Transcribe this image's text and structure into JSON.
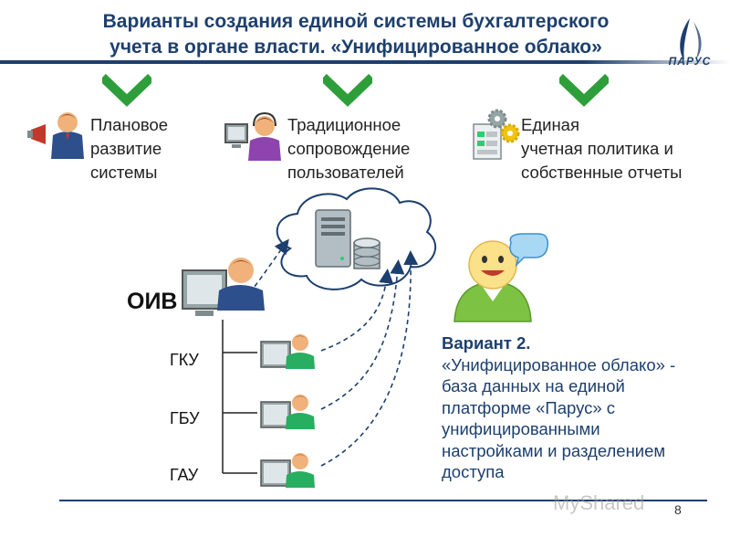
{
  "title": {
    "line1": "Варианты создания единой системы бухгалтерского",
    "line2": "учета в органе власти. «Унифицированное облако»"
  },
  "logo": {
    "text": "ПАРУС",
    "icon": "parus-sail-logo"
  },
  "features": [
    {
      "lines": [
        "Плановое",
        "развитие",
        "системы"
      ],
      "icon": "presenter-with-megaphone-icon"
    },
    {
      "lines": [
        "Традиционное",
        "сопровождение",
        "пользователей"
      ],
      "icon": "support-operator-headset-icon"
    },
    {
      "lines": [
        "Единая",
        "учетная политика и",
        "собственные отчеты"
      ],
      "icon": "gears-document-icon"
    }
  ],
  "diagram": {
    "root": "ОИВ",
    "children": [
      "ГКУ",
      "ГБУ",
      "ГАУ"
    ],
    "cloud_icon": "server-database-cloud-icon"
  },
  "variant": {
    "title": "Вариант 2.",
    "lines": [
      "«Унифицированное облако» -",
      "база данных на единой",
      "платформе «Парус» с",
      "унифицированными",
      "настройками и разделением",
      "доступа"
    ]
  },
  "watermark": "MyShared",
  "page_number": "8",
  "colors": {
    "title": "#1d3f6e",
    "check": "#2e9e3a",
    "accent_rule": "#1d3f6e",
    "cloud_stroke": "#1d3f6e"
  }
}
